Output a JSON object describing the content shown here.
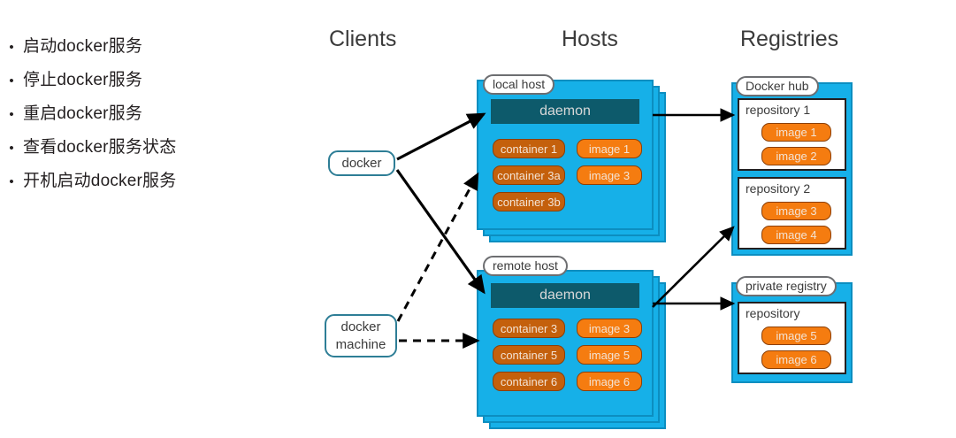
{
  "bullets": [
    {
      "marker": "•",
      "text": "启动docker服务"
    },
    {
      "marker": "•",
      "text": "停止docker服务"
    },
    {
      "marker": "•",
      "text": "重启docker服务"
    },
    {
      "marker": "•",
      "text": "查看docker服务状态"
    },
    {
      "marker": "•",
      "text": "开机启动docker服务"
    }
  ],
  "diagram": {
    "headers": {
      "clients": "Clients",
      "hosts": "Hosts",
      "registries": "Registries"
    },
    "clients": [
      {
        "id": "docker",
        "label": "docker"
      },
      {
        "id": "docker-machine",
        "line1": "docker",
        "line2": "machine"
      }
    ],
    "hosts": [
      {
        "id": "local-host",
        "label": "local host",
        "daemon": "daemon",
        "containers": [
          "container 1",
          "container 3a",
          "container 3b"
        ],
        "images": [
          "image 1",
          "image 3"
        ]
      },
      {
        "id": "remote-host",
        "label": "remote host",
        "daemon": "daemon",
        "containers": [
          "container 3",
          "container 5",
          "container 6"
        ],
        "images": [
          "image 3",
          "image 5",
          "image 6"
        ]
      }
    ],
    "registries": [
      {
        "id": "docker-hub",
        "label": "Docker hub",
        "repositories": [
          {
            "title": "repository 1",
            "images": [
              "image 1",
              "image 2"
            ]
          },
          {
            "title": "repository 2",
            "images": [
              "image 3",
              "image 4"
            ]
          }
        ]
      },
      {
        "id": "private-registry",
        "label": "private registry",
        "repositories": [
          {
            "title": "repository",
            "images": [
              "image 5",
              "image 6"
            ]
          }
        ]
      }
    ],
    "colors": {
      "host_fill": "#16b0e8",
      "host_border": "#0c8ec0",
      "daemon_fill": "#0d5a6b",
      "container_fill": "#c4600c",
      "image_fill": "#f57c10",
      "client_border": "#2e7e96",
      "arrow": "#000000",
      "text": "#231f20"
    }
  }
}
